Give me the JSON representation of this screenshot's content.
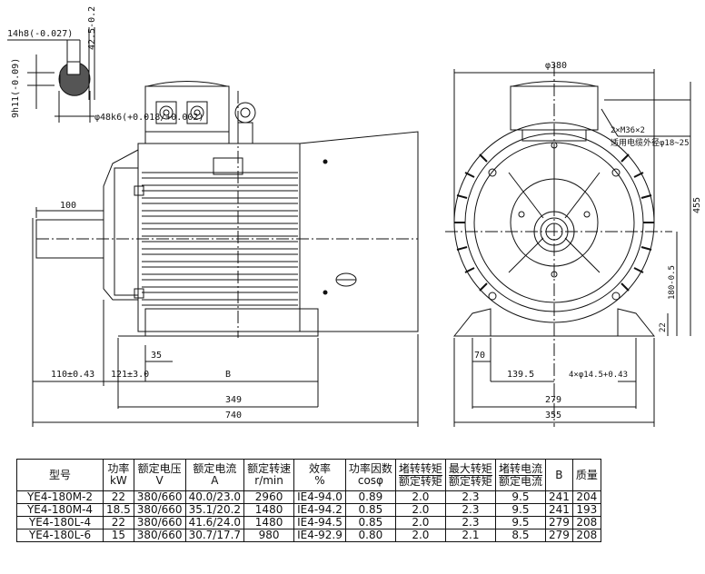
{
  "dims": {
    "key_width": "14h8(-0.027)",
    "key_depth": "42.5-0.2",
    "key_groove": "9h11(-0.09)",
    "shaft_diameter": "φ48k6(+0.018/+0.002)",
    "shaft_len": "100",
    "overall_width": "φ380",
    "cable_gland": "2×M36×2",
    "cable_note": "适用电缆外径φ18~25",
    "height_455": "455",
    "center_height": "180-0.5",
    "foot_height": "22",
    "dim_35": "35",
    "dim_110": "110±0.43",
    "dim_121": "121±3.0",
    "dim_B": "B",
    "dim_349": "349",
    "dim_740": "740",
    "dim_70": "70",
    "dim_139": "139.5",
    "hole": "4×φ14.5+0.43",
    "dim_279": "279",
    "dim_355": "355"
  },
  "table": {
    "headers": [
      {
        "l1": "型号",
        "l2": ""
      },
      {
        "l1": "功率",
        "l2": "kW"
      },
      {
        "l1": "额定电压",
        "l2": "V"
      },
      {
        "l1": "额定电流",
        "l2": "A"
      },
      {
        "l1": "额定转速",
        "l2": "r/min"
      },
      {
        "l1": "效率",
        "l2": "%"
      },
      {
        "l1": "功率因数",
        "l2": "cosφ"
      },
      {
        "l1": "堵转转矩",
        "l2": "额定转矩"
      },
      {
        "l1": "最大转矩",
        "l2": "额定转矩"
      },
      {
        "l1": "堵转电流",
        "l2": "额定电流"
      },
      {
        "l1": "B",
        "l2": ""
      },
      {
        "l1": "质量",
        "l2": ""
      }
    ],
    "rows": [
      [
        "YE4-180M-2",
        "22",
        "380/660",
        "40.0/23.0",
        "2960",
        "IE4-94.0",
        "0.89",
        "2.0",
        "2.3",
        "9.5",
        "241",
        "204"
      ],
      [
        "YE4-180M-4",
        "18.5",
        "380/660",
        "35.1/20.2",
        "1480",
        "IE4-94.2",
        "0.85",
        "2.0",
        "2.3",
        "9.5",
        "241",
        "193"
      ],
      [
        "YE4-180L-4",
        "22",
        "380/660",
        "41.6/24.0",
        "1480",
        "IE4-94.5",
        "0.85",
        "2.0",
        "2.3",
        "9.5",
        "279",
        "208"
      ],
      [
        "YE4-180L-6",
        "15",
        "380/660",
        "30.7/17.7",
        "980",
        "IE4-92.9",
        "0.80",
        "2.0",
        "2.1",
        "8.5",
        "279",
        "208"
      ]
    ]
  }
}
